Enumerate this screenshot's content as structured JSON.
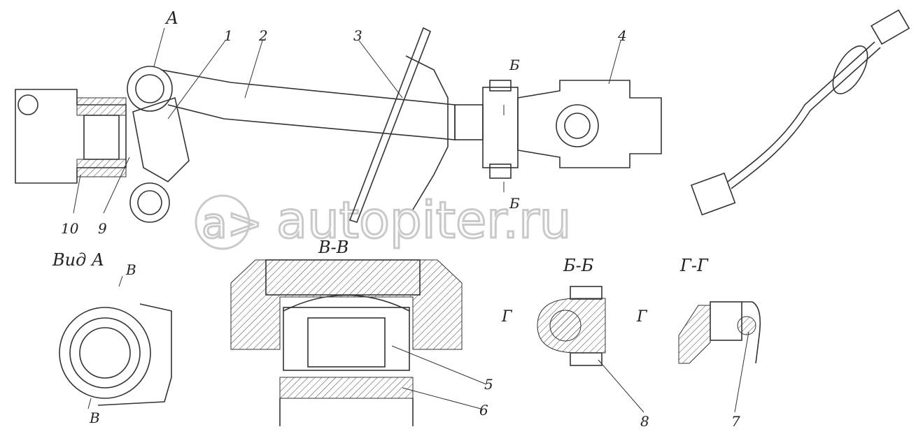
{
  "watermark": {
    "text": "autopiter.ru",
    "logo": "a>"
  },
  "labels": {
    "a_view_marker": "А",
    "callouts": [
      "1",
      "2",
      "3",
      "4",
      "5",
      "6",
      "7",
      "8",
      "9",
      "10"
    ],
    "b_top": "Б",
    "b_bottom": "Б",
    "view_a": "Вид А",
    "v_top": "В",
    "v_bottom": "В",
    "section_vv": "В-В",
    "section_bb": "Б-Б",
    "section_gg": "Г-Г",
    "g_left": "Г",
    "g_right": "Г"
  },
  "colors": {
    "line": "#333333",
    "watermark": "#c9c9c9",
    "background": "#ffffff"
  }
}
